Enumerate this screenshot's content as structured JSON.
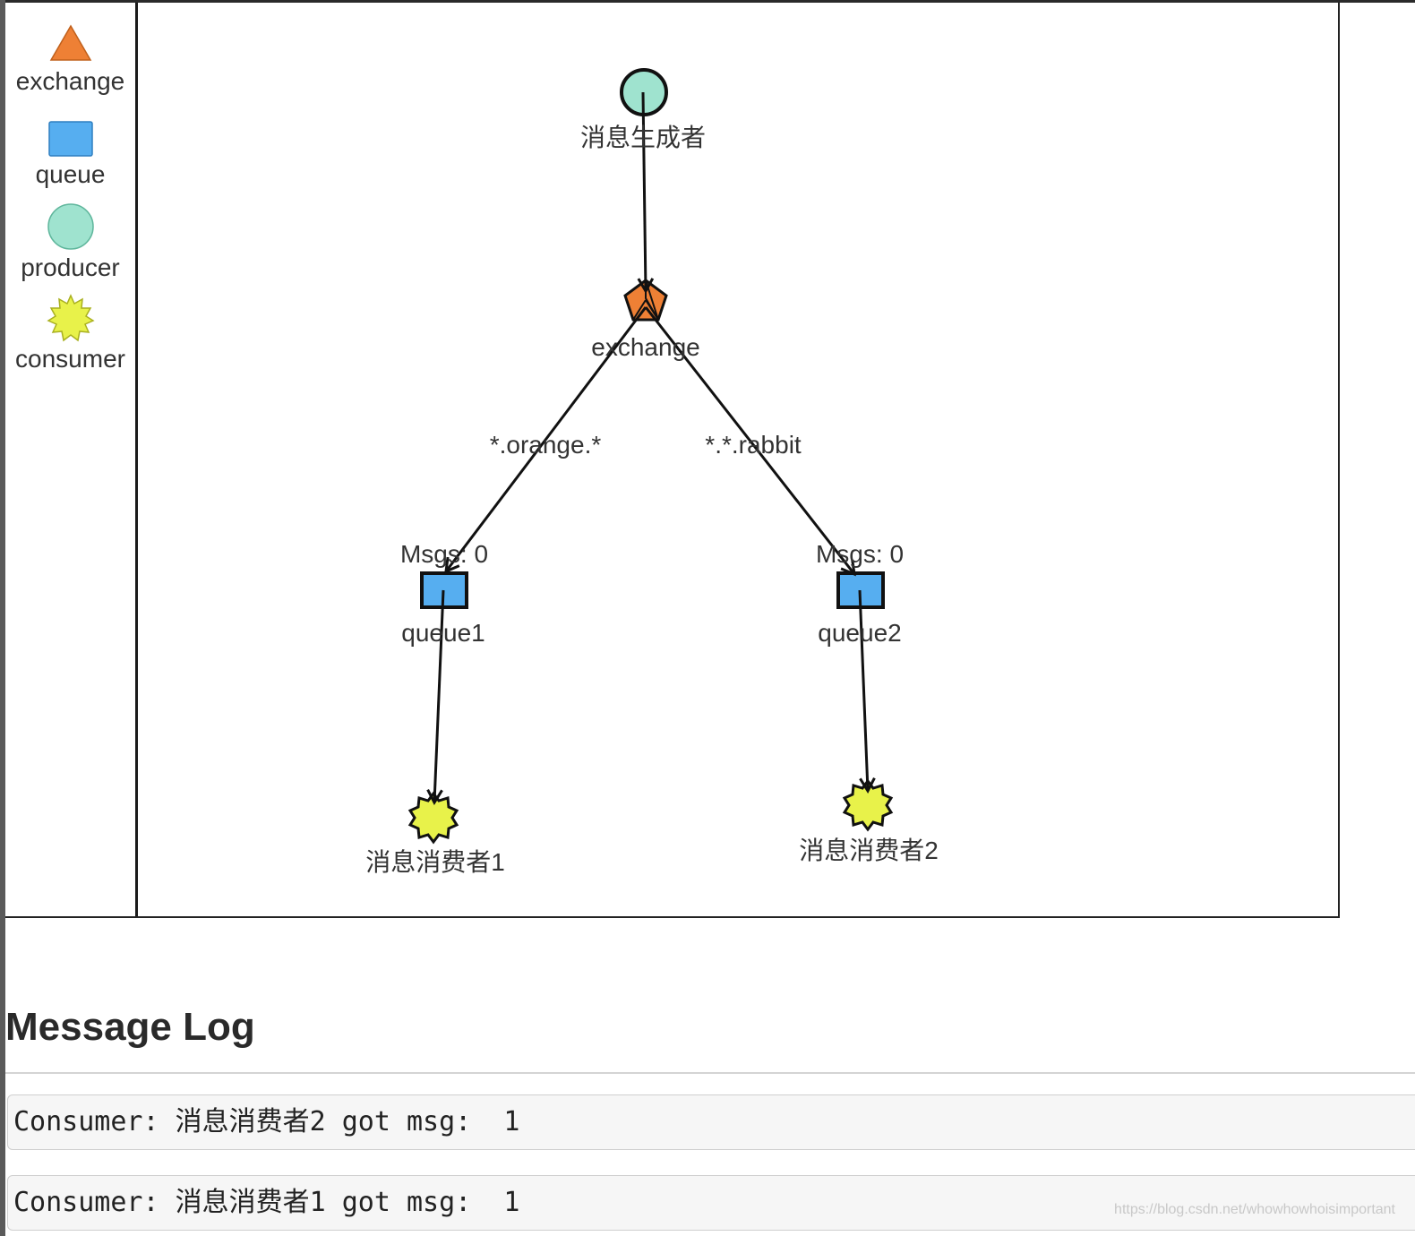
{
  "legend": {
    "items": [
      {
        "label": "exchange",
        "icon": "triangle-icon",
        "color": "#ee8035"
      },
      {
        "label": "queue",
        "icon": "square-icon",
        "color": "#56aef0"
      },
      {
        "label": "producer",
        "icon": "circle-icon",
        "color": "#9fe3cf"
      },
      {
        "label": "consumer",
        "icon": "star-burst-icon",
        "color": "#e8f24a"
      }
    ]
  },
  "graph": {
    "producer": {
      "label": "消息生成者"
    },
    "exchange": {
      "label": "exchange"
    },
    "queue1": {
      "label": "queue1",
      "msgs": "Msgs: 0"
    },
    "queue2": {
      "label": "queue2",
      "msgs": "Msgs: 0"
    },
    "consumer1": {
      "label": "消息消费者1"
    },
    "consumer2": {
      "label": "消息消费者2"
    },
    "edges": {
      "to_queue1": "*.orange.*",
      "to_queue2": "*.*.rabbit"
    }
  },
  "log": {
    "title": "Message Log",
    "entries": [
      "Consumer: 消息消费者2 got msg:  1",
      "Consumer: 消息消费者1 got msg:  1"
    ]
  },
  "watermark": "https://blog.csdn.net/whowhowhoisimportant"
}
